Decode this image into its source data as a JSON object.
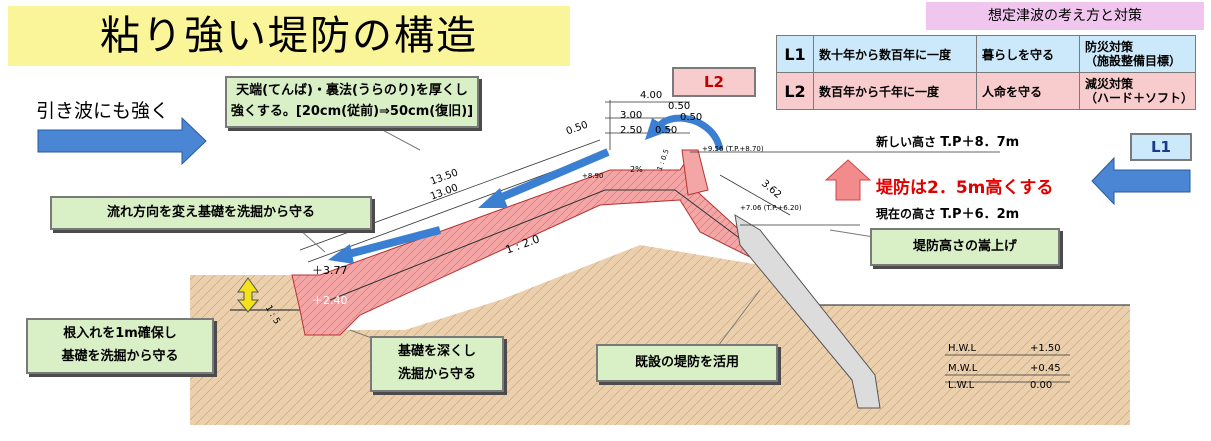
{
  "title": "粘り強い堤防の構造",
  "legend": {
    "header": "想定津波の考え方と対策",
    "rows": [
      {
        "level": "L1",
        "frequency": "数十年から数百年に一度",
        "goal": "暮らしを守る",
        "measure_line1": "防災対策",
        "measure_line2": "（施設整備目標）"
      },
      {
        "level": "L2",
        "frequency": "数百年から千年に一度",
        "goal": "人命を守る",
        "measure_line1": "減災対策",
        "measure_line2": "（ハード＋ソフト）"
      }
    ]
  },
  "tags": {
    "l2": "L2",
    "l1": "L1"
  },
  "backwash": "引き波にも強く",
  "callouts": {
    "crown_line1": "天端(てんば)・裏法(うらのり)を厚くし",
    "crown_line2": "強くする。[20cm(従前)⇒50cm(復旧)]",
    "flow": "流れ方向を変え基礎を洗掘から守る",
    "embed_line1": "根入れを1m確保し",
    "embed_line2": "基礎を洗掘から守る",
    "deep_line1": "基礎を深くし",
    "deep_line2": "洗掘から守る",
    "existing": "既設の堤防を活用",
    "raise": "堤防高さの嵩上げ"
  },
  "heights": {
    "new_label": "新しい高さ",
    "new_value": "T.P＋8．7m",
    "raise_text": "堤防は2．5m高くする",
    "current_label": "現在の高さ",
    "current_value": "T.P＋6．2m"
  },
  "dimensions": {
    "d400": "4.00",
    "d300": "3.00",
    "d250": "2.50",
    "d050a": "0.50",
    "d050b": "0.50",
    "d050c": "0.50",
    "d050d": "0.50",
    "d1350": "13.50",
    "d1300": "13.00",
    "slope": "1 : 2.0",
    "slope_small": "1 : 0.5",
    "d362": "3.62",
    "d377": "＋3.77",
    "d240": "＋2.40",
    "d1_5": "1 : 5",
    "d2pct": "2%",
    "crest_elev": "+9.56 (T.P.+8.70)",
    "old_elev": "+7.06 (T.P.+6.20)",
    "d890": "+8.90"
  },
  "water_levels": {
    "hwl_label": "H.W.L",
    "hwl_value": "+1.50",
    "mwl_label": "M.W.L",
    "mwl_value": "+0.45",
    "lwl_label": "L.W.L",
    "lwl_value": "0.00"
  },
  "colors": {
    "embankment": "#f4a6a6",
    "ground": "#e9c9a3",
    "arrow_blue": "#3b7fd2",
    "arrow_red": "#f28b8b",
    "callout_green": "#d9efc6"
  }
}
